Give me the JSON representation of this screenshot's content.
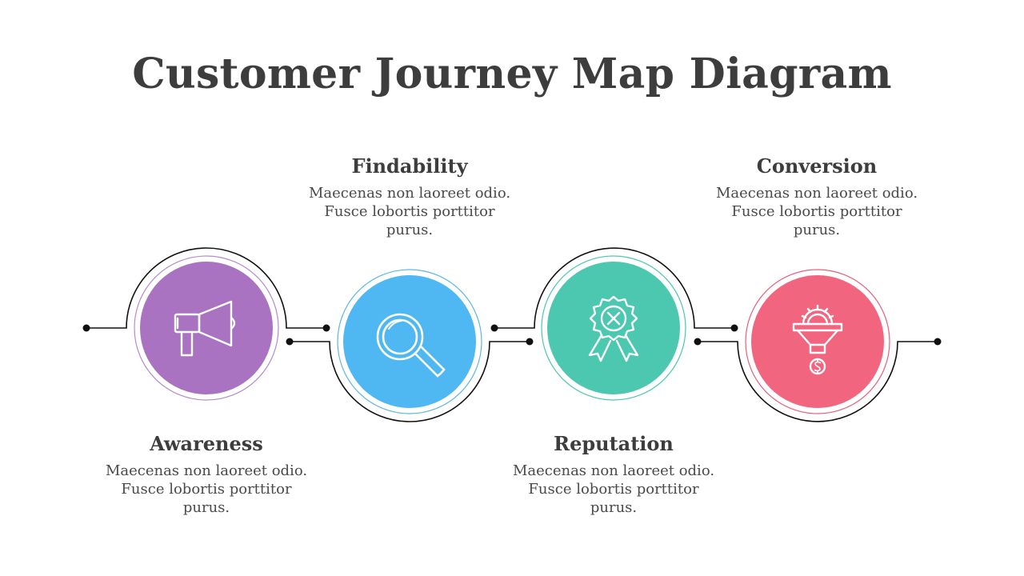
{
  "title": "Customer Journey Map Diagram",
  "stages": [
    {
      "title": "Awareness",
      "icon": "megaphone-icon",
      "color": "#a973c2",
      "ring": "#b58bcc",
      "desc": [
        "Maecenas non laoreet odio.",
        "Fusce lobortis porttitor",
        "purus."
      ]
    },
    {
      "title": "Findability",
      "icon": "magnifier-icon",
      "color": "#4fb8f3",
      "ring": "#5cb8e0",
      "desc": [
        "Maecenas non laoreet odio.",
        "Fusce lobortis porttitor",
        "purus."
      ]
    },
    {
      "title": "Reputation",
      "icon": "award-ribbon-icon",
      "color": "#4bc8af",
      "ring": "#4bc8af",
      "desc": [
        "Maecenas non laoreet odio.",
        "Fusce lobortis porttitor",
        "purus."
      ]
    },
    {
      "title": "Conversion",
      "icon": "funnel-dollar-icon",
      "color": "#f2657f",
      "ring": "#e8607a",
      "desc": [
        "Maecenas non laoreet odio.",
        "Fusce lobortis porttitor",
        "purus."
      ]
    }
  ]
}
